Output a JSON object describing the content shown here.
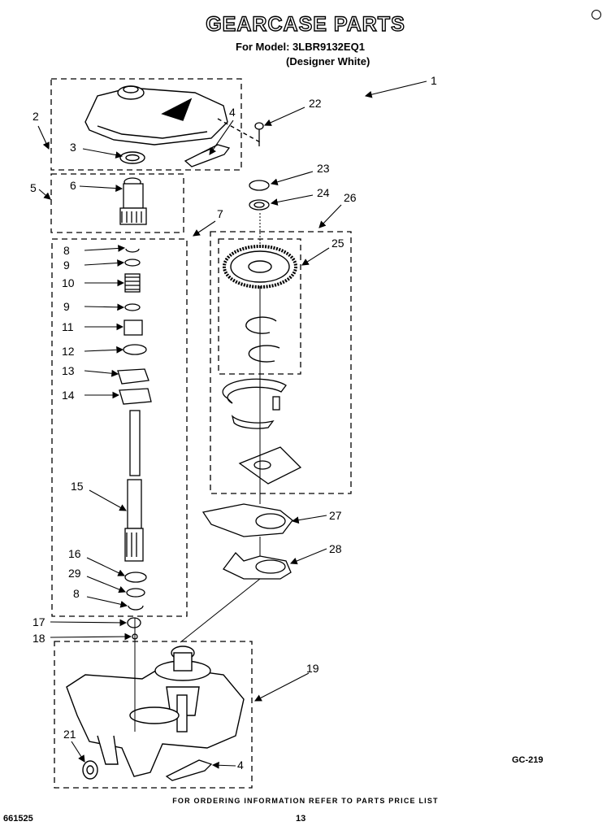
{
  "header": {
    "title": "GEARCASE PARTS",
    "model_line": "For Model: 3LBR9132EQ1",
    "variant_line": "(Designer White)"
  },
  "callouts": [
    "1",
    "2",
    "3",
    "4",
    "5",
    "6",
    "7",
    "8",
    "9",
    "10",
    "9",
    "11",
    "12",
    "13",
    "14",
    "15",
    "16",
    "29",
    "8",
    "17",
    "18",
    "19",
    "21",
    "4",
    "22",
    "23",
    "24",
    "26",
    "25",
    "27",
    "28"
  ],
  "figure_code": "GC-219",
  "footer": {
    "note": "FOR ORDERING INFORMATION REFER TO PARTS PRICE LIST",
    "doc_number": "661525",
    "page_number": "13"
  }
}
